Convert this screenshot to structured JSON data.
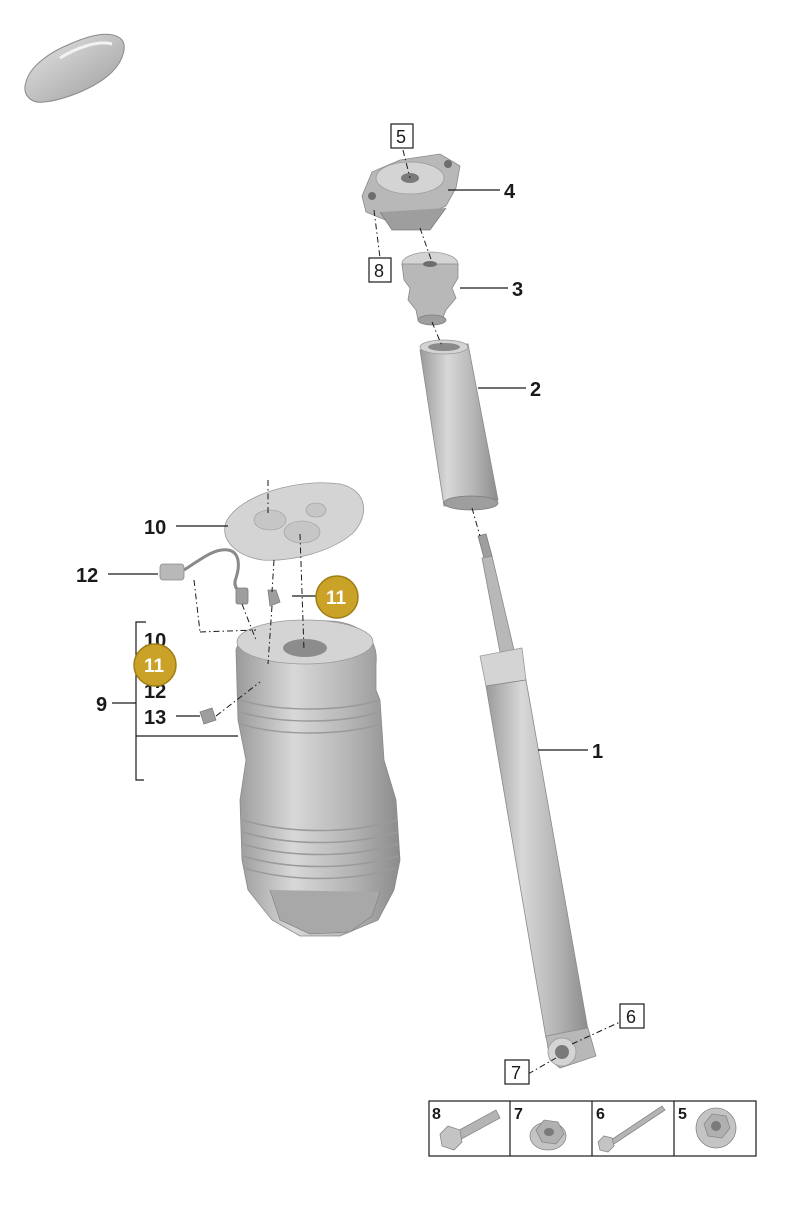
{
  "callouts": {
    "c1": "1",
    "c2": "2",
    "c3": "3",
    "c4": "4",
    "c5": "5",
    "c6": "6",
    "c7": "7",
    "c8": "8",
    "c9": "9",
    "c10": "10",
    "c12": "12",
    "c13": "13",
    "group_10": "10",
    "group_12": "12"
  },
  "badges": {
    "b11_top": "11",
    "b11_group": "11"
  },
  "legend": {
    "items": [
      {
        "num": "8",
        "icon": "hex-bolt-long"
      },
      {
        "num": "7",
        "icon": "hex-nut-flange"
      },
      {
        "num": "6",
        "icon": "hex-bolt-thin"
      },
      {
        "num": "5",
        "icon": "hex-nut-self-locking"
      }
    ]
  },
  "colors": {
    "badge_fill": "#c9a227",
    "badge_stroke": "#9e7e16",
    "part_fill": "#b8b8b8"
  }
}
